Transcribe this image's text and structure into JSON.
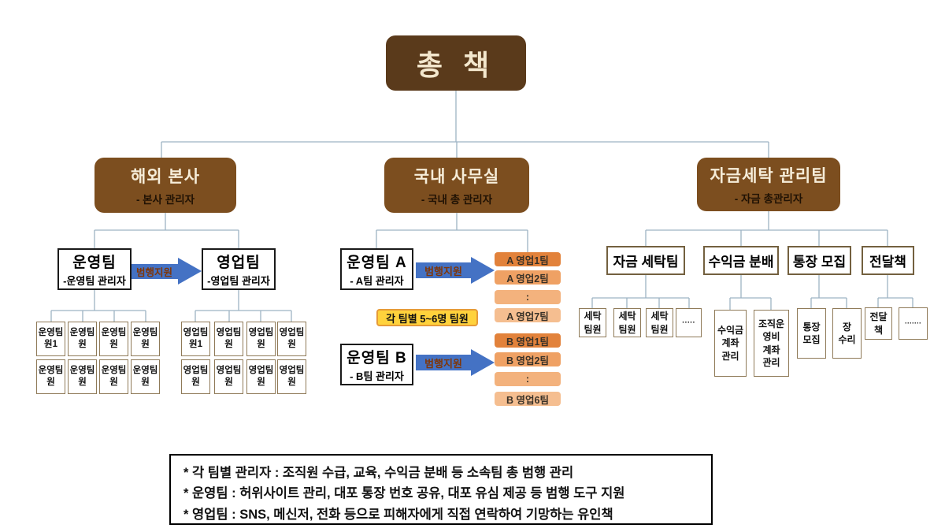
{
  "root": {
    "label": "총 책"
  },
  "level1": {
    "overseas": {
      "title": "해외 본사",
      "subtitle": "- 본사 관리자"
    },
    "domestic": {
      "title": "국내 사무실",
      "subtitle": "- 국내 총 관리자"
    },
    "laundering": {
      "title": "자금세탁 관리팀",
      "subtitle": "- 자금 총관리자"
    }
  },
  "overseas": {
    "ops_team": {
      "title": "운영팀",
      "subtitle": "-운영팀 관리자"
    },
    "sales_team": {
      "title": "영업팀",
      "subtitle": "-영업팀 관리자"
    },
    "arrow_label": "범행지원",
    "ops_members": [
      "운영팀원1",
      "운영팀원",
      "운영팀원",
      "운영팀원",
      "운영팀원",
      "운영팀원",
      "운영팀원",
      "운영팀원"
    ],
    "sales_members": [
      "영업팀원1",
      "영업팀원",
      "영업팀원",
      "영업팀원",
      "영업팀원",
      "영업팀원",
      "영업팀원",
      "영업팀원"
    ]
  },
  "domestic": {
    "ops_team_a": {
      "title": "운영팀 A",
      "subtitle": "- A팀 관리자"
    },
    "ops_team_b": {
      "title": "운영팀 B",
      "subtitle": "- B팀 관리자"
    },
    "arrow_label_a": "범행지원",
    "arrow_label_b": "범행지원",
    "team_size_note": "각 팀별 5~6명 팀원",
    "a_sales_teams": [
      "A 영업1팀",
      "A 영업2팀",
      ":",
      "A 영업7팀"
    ],
    "b_sales_teams": [
      "B 영업1팀",
      "B 영업2팀",
      ":",
      "B 영업6팀"
    ]
  },
  "laundering": {
    "groups": [
      {
        "title": "자금 세탁팀"
      },
      {
        "title": "수익금 분배"
      },
      {
        "title": "통장 모집"
      },
      {
        "title": "전달책"
      }
    ],
    "laundry_members": [
      "세탁\n팀원",
      "세탁\n팀원",
      "세탁\n팀원",
      "·····"
    ],
    "profit_children": [
      "수익금\n계좌\n관리",
      "조직운\n영비\n계좌\n관리"
    ],
    "account_children": [
      "통장\n모집",
      "장\n수리"
    ],
    "courier_children": [
      "전달\n책",
      "·······"
    ]
  },
  "notes": {
    "lines": [
      "*  각 팀별 관리자 : 조직원 수급, 교육, 수익금 분배 등 소속팀 총 범행 관리",
      "*  운영팀 : 허위사이트 관리, 대포 통장 번호 공유, 대포 유심 제공 등 범행 도구 지원",
      "*  영업팀 : SNS, 메신저, 전화 등으로 피해자에게 직접 연락하여 기망하는 유인책"
    ]
  },
  "colors": {
    "root_box": "#5a3a1b",
    "branch_box": "#7c4e1f",
    "arrow_blue": "#4472c4",
    "arrow_text": "#7f3608",
    "team_shades": [
      "#e2823b",
      "#efa164",
      "#f3b27d",
      "#f5be90"
    ],
    "note_yellow": "#ffd23c",
    "connector": "#9db3c4"
  }
}
